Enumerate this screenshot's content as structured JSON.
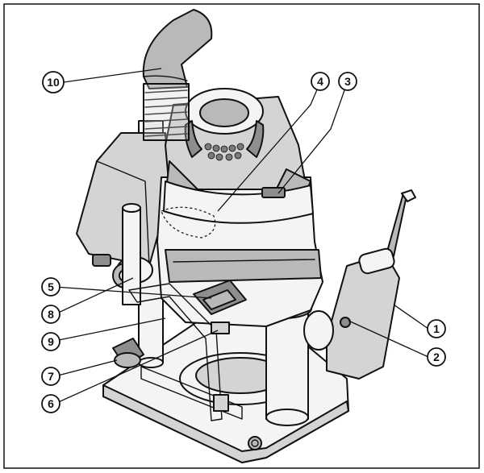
{
  "figure": {
    "callouts": [
      {
        "label": "1"
      },
      {
        "label": "2"
      },
      {
        "label": "3"
      },
      {
        "label": "4"
      },
      {
        "label": "5"
      },
      {
        "label": "6"
      },
      {
        "label": "7"
      },
      {
        "label": "8"
      },
      {
        "label": "9"
      },
      {
        "label": "10"
      }
    ]
  }
}
